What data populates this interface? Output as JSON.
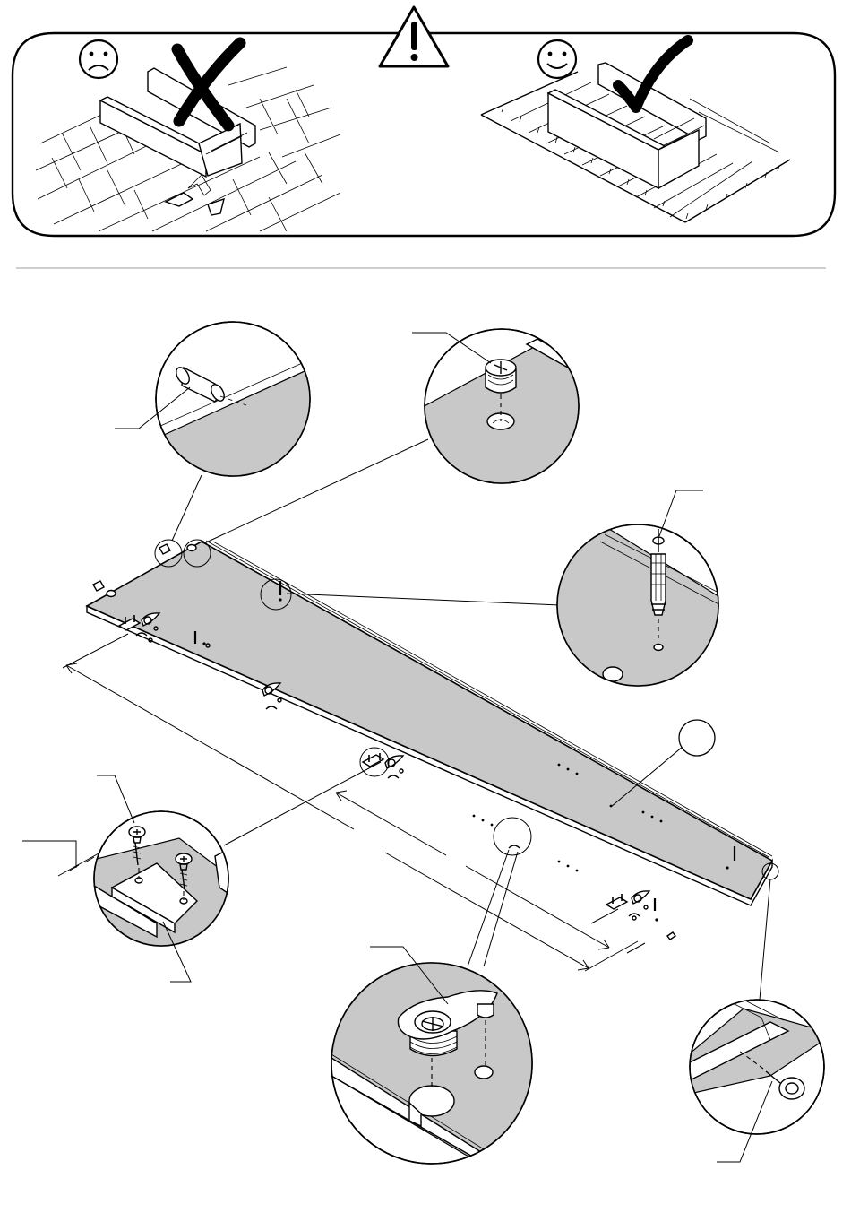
{
  "warning_panel": {
    "wrong_example": {
      "face": "sad-face-icon",
      "mark": "cross-mark-icon",
      "surface": "paving-stones"
    },
    "warning": {
      "icon": "warning-triangle-icon"
    },
    "right_example": {
      "face": "smiley-face-icon",
      "mark": "check-mark-icon",
      "surface": "carpet"
    }
  },
  "main_diagram": {
    "panel_fill": "#c8c8c8",
    "callouts": [
      {
        "name": "dowel-callout",
        "part": "wooden-dowel-icon"
      },
      {
        "name": "cam-bolt-callout",
        "part": "cam-bolt-icon"
      },
      {
        "name": "pin-callout",
        "part": "pin-bolt-icon"
      },
      {
        "name": "screw-bracket-callout",
        "part": "screw-and-plate-icon"
      },
      {
        "name": "cam-lock-callout",
        "part": "cam-lock-icon"
      },
      {
        "name": "nail-callout",
        "part": "nail-icon"
      }
    ],
    "label_circle": ""
  }
}
